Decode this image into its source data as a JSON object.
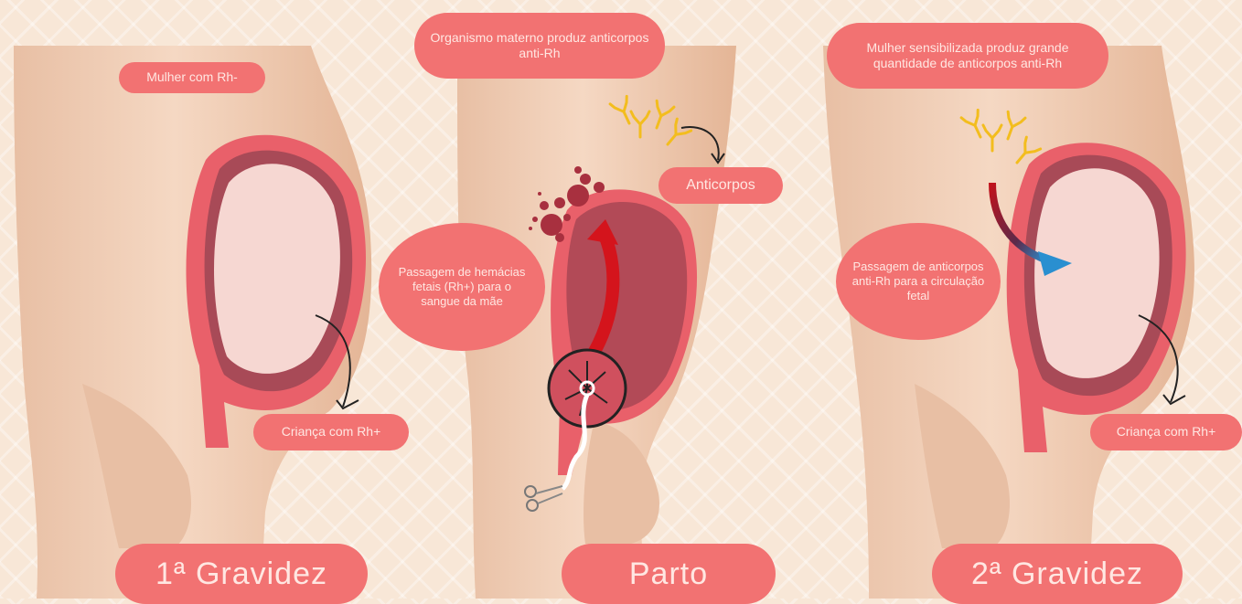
{
  "colors": {
    "background": "#f8e7d7",
    "skin": "#f1cfb6",
    "uterus": "#e9606a",
    "uterus_dark": "#a84a57",
    "fetus": "#f6d7d2",
    "label_bg": "#f27272",
    "label_text": "#ffe7e2",
    "antibody": "#f3bd1e",
    "blood_cell": "#a8303f",
    "arrow_red": "#d4141c",
    "arrow_blue": "#2a8fd0"
  },
  "panels": {
    "first": {
      "title": "1ª Gravidez",
      "label_woman": "Mulher com Rh-",
      "label_child": "Criança com Rh+"
    },
    "birth": {
      "title": "Parto",
      "label_maternal": "Organismo materno produz anticorpos anti-Rh",
      "label_antibodies": "Anticorpos",
      "label_passage": "Passagem de hemácias fetais (Rh+) para o sangue da mãe"
    },
    "second": {
      "title": "2ª Gravidez",
      "label_sensitized": "Mulher sensibilizada produz grande quantidade de  anticorpos  anti-Rh",
      "label_passage": "Passagem de anticorpos anti-Rh para a circulação fetal",
      "label_child": "Criança com Rh+"
    }
  },
  "icons": {
    "antibody": "antibody-icon",
    "blood_cells": "red-blood-cells-icon",
    "placenta": "placenta-icon",
    "scissors": "scissors-icon"
  }
}
